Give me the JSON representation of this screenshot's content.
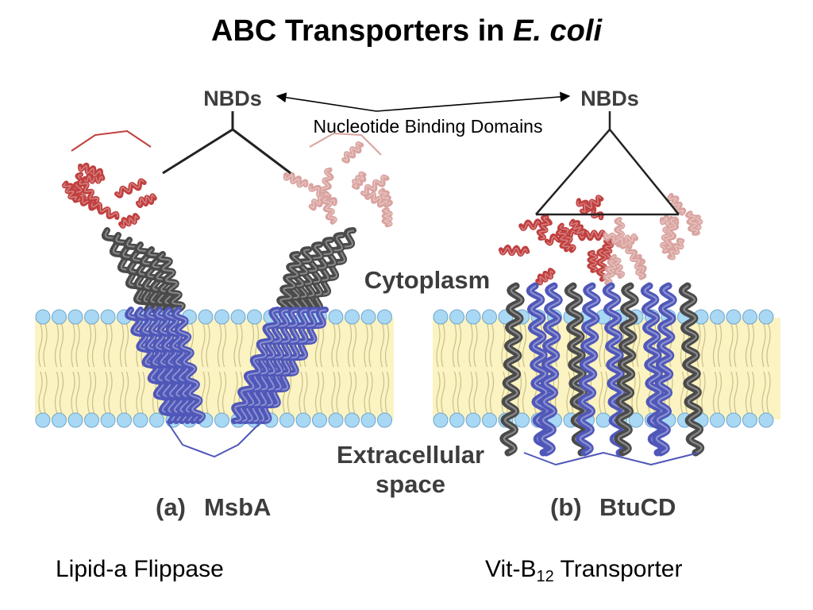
{
  "title": {
    "main": "ABC Transporters in ",
    "species": "E. coli"
  },
  "labels": {
    "nbds_left": "NBDs",
    "nbds_right": "NBDs",
    "nbd_full_name": "Nucleotide Binding Domains",
    "cytoplasm": "Cytoplasm",
    "extracellular_line1": "Extracellular",
    "extracellular_line2": "space"
  },
  "panels": [
    {
      "tag": "(a)",
      "name": "MsbA",
      "caption": "Lipid-a Flippase"
    },
    {
      "tag": "(b)",
      "name": "BtuCD",
      "caption_prefix": "Vit-B",
      "caption_sub": "12",
      "caption_suffix": " Transporter"
    }
  ],
  "colors": {
    "nbd_red": "#c0403f",
    "nbd_pink": "#d9a39f",
    "tm_gray": "#4a4a4a",
    "tm_blue": "#4f57b8",
    "membrane_fill": "#fbf3c1",
    "lipid_head": "#a9d8f5",
    "label_gray": "#3d3d3d"
  }
}
